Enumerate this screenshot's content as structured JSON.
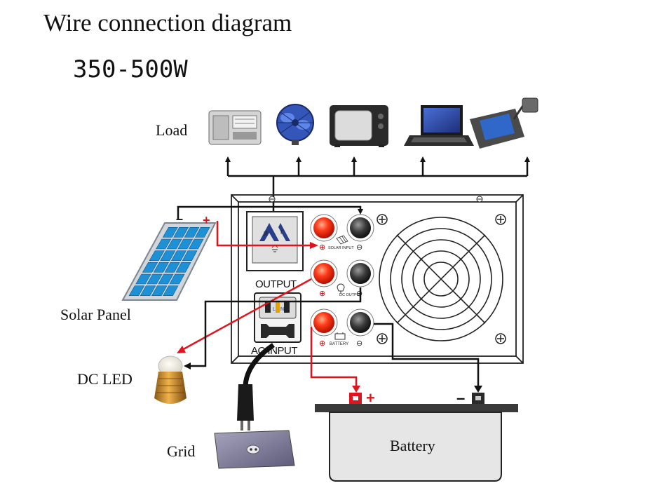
{
  "title": "Wire connection diagram",
  "power_range": "350-500W",
  "labels": {
    "load": "Load",
    "solar_panel": "Solar Panel",
    "dc_led": "DC LED",
    "grid": "Grid",
    "battery": "Battery"
  },
  "inverter": {
    "output_label": "OUTPUT",
    "ac_input_label": "AC INPUT",
    "solar_input_label": "SOLAR INPUT",
    "dc_output_label": "DC OUTPUT",
    "battery_terminal_label": "BATTERY",
    "socket_letters": [
      "И",
      "Г"
    ],
    "ac_input_letters": [
      "L",
      "N"
    ]
  },
  "symbols": {
    "plus": "+",
    "minus": "–",
    "circled_plus": "⊕",
    "circled_minus": "⊖"
  },
  "load_devices": [
    "radio",
    "fan",
    "tv",
    "laptop",
    "phone-charger"
  ],
  "colors": {
    "wire_black": "#111111",
    "wire_red": "#e0141e",
    "terminal_red": "#ff3a1a",
    "terminal_black": "#333333",
    "panel_cell": "#1e90d6",
    "battery_body": "#e6e6e6"
  }
}
